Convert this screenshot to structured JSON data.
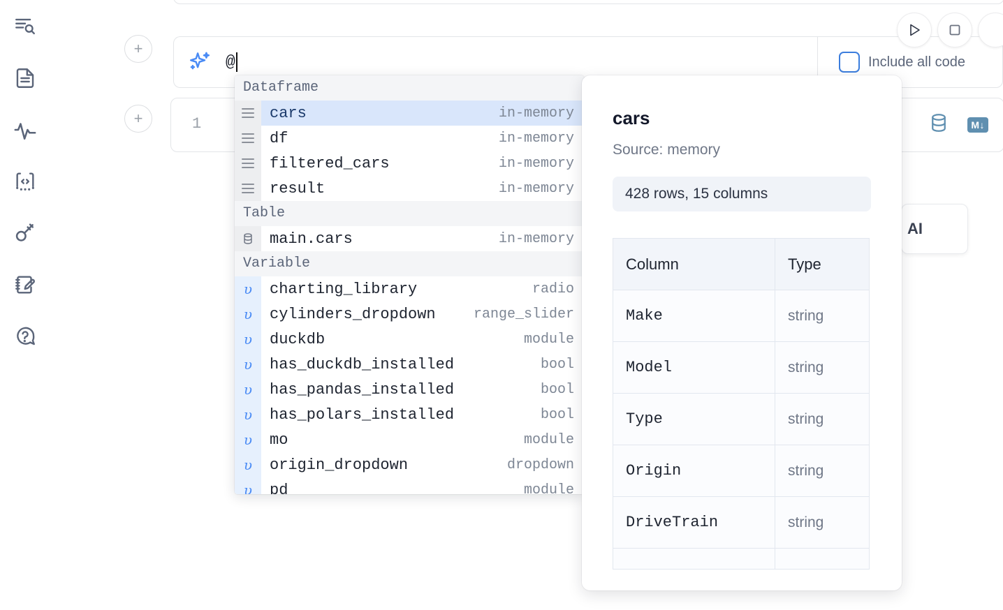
{
  "app": {
    "rail_items": [
      {
        "name": "search-outline-icon",
        "label": "Outline search"
      },
      {
        "name": "file-text-icon",
        "label": "Notebook file"
      },
      {
        "name": "activity-pulse-icon",
        "label": "Activity"
      },
      {
        "name": "code-snippet-icon",
        "label": "Snippets"
      },
      {
        "name": "key-icon",
        "label": "Secrets"
      },
      {
        "name": "notebook-edit-icon",
        "label": "Scratchpad"
      },
      {
        "name": "help-chat-icon",
        "label": "Help"
      }
    ]
  },
  "toolbar": {
    "run_label": "Run",
    "stop_label": "Interrupt",
    "add_cell_label": "+"
  },
  "prompt": {
    "icon": "sparkle-icon",
    "value": "@",
    "include_all_code_label": "Include all code",
    "include_all_code_checked": false
  },
  "cell": {
    "line_number": "1",
    "database_icon": "database-icon",
    "markdown_icon": "markdown-icon",
    "markdown_label": "M↓"
  },
  "ai_chip": {
    "label": "AI"
  },
  "autocomplete": {
    "groups": [
      {
        "label": "Dataframe",
        "kind": "df",
        "icon": "list-lines-icon",
        "items": [
          {
            "name": "cars",
            "type": "in-memory",
            "selected": true
          },
          {
            "name": "df",
            "type": "in-memory",
            "selected": false
          },
          {
            "name": "filtered_cars",
            "type": "in-memory",
            "selected": false
          },
          {
            "name": "result",
            "type": "in-memory",
            "selected": false
          }
        ]
      },
      {
        "label": "Table",
        "kind": "tbl",
        "icon": "database-icon",
        "items": [
          {
            "name": "main.cars",
            "type": "in-memory",
            "selected": false
          }
        ]
      },
      {
        "label": "Variable",
        "kind": "var",
        "icon": "upsilon-icon",
        "items": [
          {
            "name": "charting_library",
            "type": "radio",
            "selected": false
          },
          {
            "name": "cylinders_dropdown",
            "type": "range_slider",
            "selected": false
          },
          {
            "name": "duckdb",
            "type": "module",
            "selected": false
          },
          {
            "name": "has_duckdb_installed",
            "type": "bool",
            "selected": false
          },
          {
            "name": "has_pandas_installed",
            "type": "bool",
            "selected": false
          },
          {
            "name": "has_polars_installed",
            "type": "bool",
            "selected": false
          },
          {
            "name": "mo",
            "type": "module",
            "selected": false
          },
          {
            "name": "origin_dropdown",
            "type": "dropdown",
            "selected": false
          },
          {
            "name": "pd",
            "type": "module",
            "selected": false
          }
        ]
      }
    ]
  },
  "docs": {
    "title": "cars",
    "source": "Source: memory",
    "shape": "428 rows, 15 columns",
    "table": {
      "headers": [
        "Column",
        "Type"
      ],
      "rows": [
        {
          "column": "Make",
          "type": "string"
        },
        {
          "column": "Model",
          "type": "string"
        },
        {
          "column": "Type",
          "type": "string"
        },
        {
          "column": "Origin",
          "type": "string"
        },
        {
          "column": "DriveTrain",
          "type": "string"
        }
      ]
    }
  },
  "colors": {
    "accent_blue": "#3b7ddd",
    "sparkle_blue": "#4a8bf5",
    "selected_row": "#d9e6fb",
    "group_header_bg": "#f4f5f7",
    "icon_slate": "#5b6579",
    "db_icon": "#5f8fb0"
  }
}
